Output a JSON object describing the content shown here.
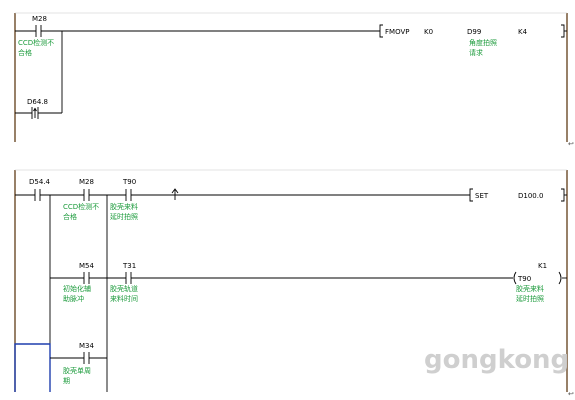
{
  "rung1": {
    "contact1": {
      "address": "M28",
      "comment": [
        "CCD检测不",
        "合格"
      ]
    },
    "contact2": {
      "address": "D64.8"
    },
    "instruction": {
      "op": "FMOVP",
      "src": "K0",
      "dst": "D99",
      "dst_comment": [
        "角度拍照",
        "请求"
      ],
      "count": "K4"
    }
  },
  "rung2": {
    "contact_main": {
      "address": "D54.4"
    },
    "contact_m28": {
      "address": "M28",
      "comment": [
        "CCD检测不",
        "合格"
      ]
    },
    "contact_t90": {
      "address": "T90",
      "comment": [
        "胶壳来料",
        "延时拍照"
      ]
    },
    "set": {
      "op": "SET",
      "dst": "D100.0"
    },
    "contact_m54": {
      "address": "M54",
      "comment": [
        "初始化辅",
        "助脉冲"
      ]
    },
    "contact_t31": {
      "address": "T31",
      "comment": [
        "胶壳轨道",
        "来料时间"
      ]
    },
    "coil": {
      "address": "T90",
      "preset": "K1",
      "comment": [
        "胶壳来料",
        "延时拍照"
      ]
    },
    "contact_m34": {
      "address": "M34",
      "comment": [
        "胶壳单周",
        "期"
      ]
    }
  },
  "watermark": "gongkong"
}
